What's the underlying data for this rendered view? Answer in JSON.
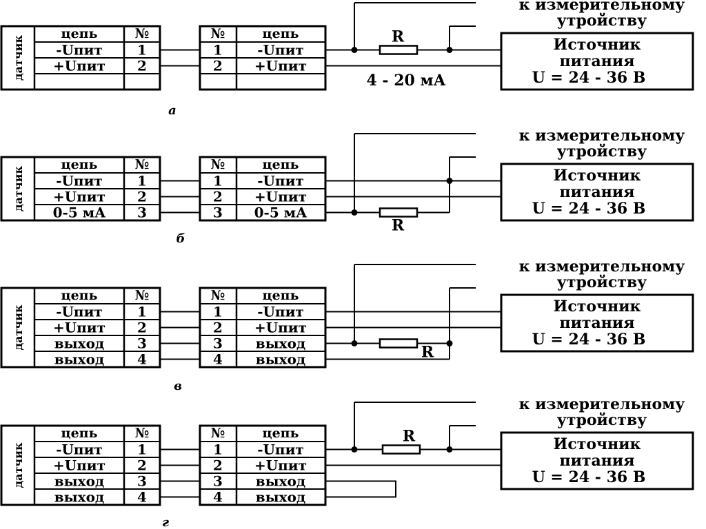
{
  "headers": {
    "circuit": "цепь",
    "number": "№"
  },
  "sensor_label": "датчик",
  "resistor_label": "R",
  "device_label": [
    "к измерительному",
    "утройству"
  ],
  "source_label": [
    "Источник",
    "питания",
    "U = 24 - 36 В"
  ],
  "current_label": "4 - 20 мА",
  "diagrams": [
    {
      "id": "a",
      "label": "а",
      "rows": [
        {
          "circuit": "-Uпит",
          "num": "1"
        },
        {
          "circuit": "+Uпит",
          "num": "2"
        },
        {
          "circuit": "",
          "num": ""
        }
      ]
    },
    {
      "id": "b",
      "label": "б",
      "rows": [
        {
          "circuit": "-Uпит",
          "num": "1"
        },
        {
          "circuit": "+Uпит",
          "num": "2"
        },
        {
          "circuit": "0-5 мА",
          "num": "3"
        }
      ]
    },
    {
      "id": "v",
      "label": "в",
      "rows": [
        {
          "circuit": "-Uпит",
          "num": "1"
        },
        {
          "circuit": "+Uпит",
          "num": "2"
        },
        {
          "circuit": "выход",
          "num": "3"
        },
        {
          "circuit": "выход",
          "num": "4"
        }
      ]
    },
    {
      "id": "g",
      "label": "г",
      "rows": [
        {
          "circuit": "-Uпит",
          "num": "1"
        },
        {
          "circuit": "+Uпит",
          "num": "2"
        },
        {
          "circuit": "выход",
          "num": "3"
        },
        {
          "circuit": "выход",
          "num": "4"
        }
      ]
    }
  ]
}
